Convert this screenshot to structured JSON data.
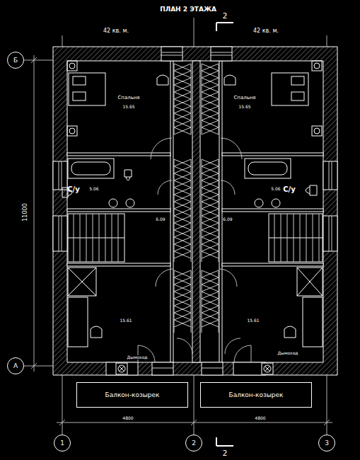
{
  "diagram": {
    "title": "ПЛАН 2 ЭТАЖА",
    "nodes": [
      {
        "text": [
          "Б"
        ]
      },
      {
        "text": [
          "А"
        ]
      },
      {
        "text": [
          "1"
        ]
      },
      {
        "text": [
          "2"
        ]
      },
      {
        "text": [
          "3"
        ]
      },
      {
        "text": [
          "Балкон-козырек"
        ]
      },
      {
        "text": [
          "Балкон-козырек"
        ]
      }
    ],
    "labels": [
      "42 кв. м.",
      "42 кв. м.",
      "2",
      "2",
      "11000",
      "Спальня",
      "15.65",
      "Спальня",
      "15.65",
      "С/у",
      "5.06",
      "5.06",
      "С/у",
      "6.09",
      "6.09",
      "15.61",
      "15.61",
      "Дымоход",
      "Дымоход",
      "4800",
      "4800"
    ]
  }
}
